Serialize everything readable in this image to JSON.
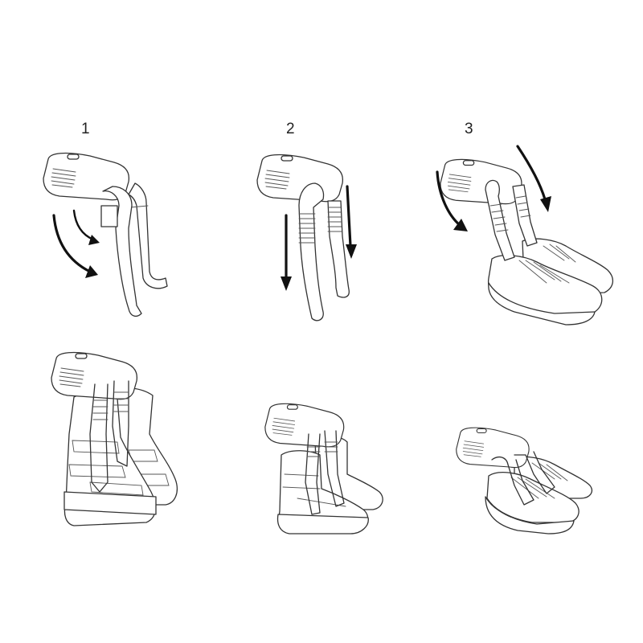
{
  "steps": [
    {
      "number": "1"
    },
    {
      "number": "2"
    },
    {
      "number": "3"
    }
  ],
  "icons": {
    "dryer": "boot-dryer-icon",
    "ski_boots": "ski-boot-icon",
    "hiking_boots": "hiking-boot-icon",
    "sneakers": "sneaker-icon",
    "arrow": "arrow-icon"
  },
  "colors": {
    "line": "#333333",
    "arrow": "#111111",
    "background": "#ffffff"
  }
}
